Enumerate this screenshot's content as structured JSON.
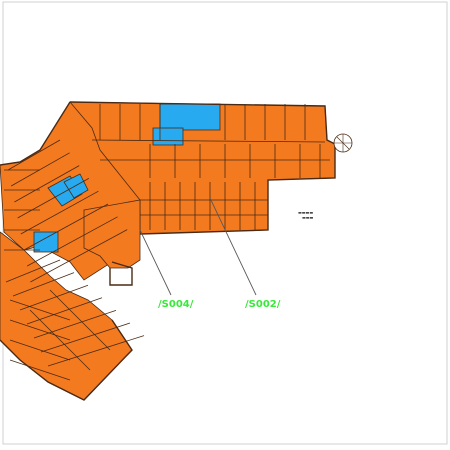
{
  "colors": {
    "background": "#ffffff",
    "office_fill": "#f47a20",
    "special_fill": "#27aaf0",
    "wall_stroke": "#4a2a14",
    "label_green": "#38e83a",
    "leader_line": "#5a5a5a"
  },
  "callouts": [
    {
      "id": "s004",
      "label": "/S004/"
    },
    {
      "id": "s002",
      "label": "/S002/"
    }
  ],
  "legend_note": {
    "lines": [
      "▬▬▬▬",
      "▬▬▬"
    ]
  }
}
